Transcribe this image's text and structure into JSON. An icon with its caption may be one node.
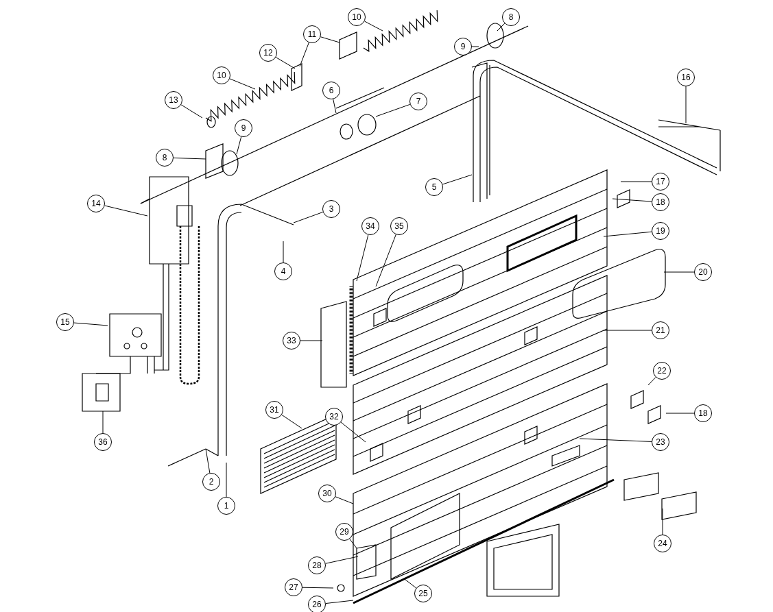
{
  "diagram": {
    "nodes": [
      {
        "text": [
          "10"
        ]
      },
      {
        "text": [
          "8"
        ]
      },
      {
        "text": [
          "11"
        ]
      },
      {
        "text": [
          "9"
        ]
      },
      {
        "text": [
          "12"
        ]
      },
      {
        "text": [
          "10"
        ]
      },
      {
        "text": [
          "16"
        ]
      },
      {
        "text": [
          "6"
        ]
      },
      {
        "text": [
          "13"
        ]
      },
      {
        "text": [
          "7"
        ]
      },
      {
        "text": [
          "9"
        ]
      },
      {
        "text": [
          "8"
        ]
      },
      {
        "text": [
          "17"
        ]
      },
      {
        "text": [
          "5"
        ]
      },
      {
        "text": [
          "18"
        ]
      },
      {
        "text": [
          "14"
        ]
      },
      {
        "text": [
          "3"
        ]
      },
      {
        "text": [
          "34"
        ]
      },
      {
        "text": [
          "35"
        ]
      },
      {
        "text": [
          "19"
        ]
      },
      {
        "text": [
          "4"
        ]
      },
      {
        "text": [
          "20"
        ]
      },
      {
        "text": [
          "15"
        ]
      },
      {
        "text": [
          "21"
        ]
      },
      {
        "text": [
          "33"
        ]
      },
      {
        "text": [
          "22"
        ]
      },
      {
        "text": [
          "31"
        ]
      },
      {
        "text": [
          "18"
        ]
      },
      {
        "text": [
          "32"
        ]
      },
      {
        "text": [
          "36"
        ]
      },
      {
        "text": [
          "23"
        ]
      },
      {
        "text": [
          "2"
        ]
      },
      {
        "text": [
          "30"
        ]
      },
      {
        "text": [
          "1"
        ]
      },
      {
        "text": [
          "29"
        ]
      },
      {
        "text": [
          "24"
        ]
      },
      {
        "text": [
          "28"
        ]
      },
      {
        "text": [
          "27"
        ]
      },
      {
        "text": [
          "25"
        ]
      },
      {
        "text": [
          "26"
        ]
      }
    ],
    "edges": [
      {
        "from": 0,
        "to": null,
        "arrow": "none"
      },
      {
        "from": 1,
        "to": null,
        "arrow": "none"
      },
      {
        "from": 2,
        "to": null,
        "arrow": "none"
      },
      {
        "from": 2,
        "to": null,
        "arrow": "none"
      },
      {
        "from": 3,
        "to": null,
        "arrow": "none"
      },
      {
        "from": 4,
        "to": null,
        "arrow": "none"
      },
      {
        "from": 5,
        "to": null,
        "arrow": "none"
      },
      {
        "from": 6,
        "to": null,
        "arrow": "none"
      },
      {
        "from": 7,
        "to": null,
        "arrow": "none"
      },
      {
        "from": 8,
        "to": null,
        "arrow": "none"
      },
      {
        "from": 9,
        "to": null,
        "arrow": "none"
      },
      {
        "from": 10,
        "to": null,
        "arrow": "none"
      },
      {
        "from": 11,
        "to": null,
        "arrow": "none"
      },
      {
        "from": 12,
        "to": null,
        "arrow": "none"
      },
      {
        "from": 13,
        "to": null,
        "arrow": "none"
      },
      {
        "from": 14,
        "to": null,
        "arrow": "none"
      },
      {
        "from": 15,
        "to": null,
        "arrow": "none"
      },
      {
        "from": 16,
        "to": null,
        "arrow": "none"
      },
      {
        "from": 17,
        "to": null,
        "arrow": "none"
      },
      {
        "from": 18,
        "to": null,
        "arrow": "none"
      },
      {
        "from": 19,
        "to": null,
        "arrow": "none"
      },
      {
        "from": 20,
        "to": null,
        "arrow": "none"
      },
      {
        "from": 21,
        "to": null,
        "arrow": "none"
      },
      {
        "from": 22,
        "to": null,
        "arrow": "none"
      },
      {
        "from": 23,
        "to": null,
        "arrow": "none"
      },
      {
        "from": 24,
        "to": null,
        "arrow": "none"
      },
      {
        "from": 25,
        "to": null,
        "arrow": "none"
      },
      {
        "from": 26,
        "to": null,
        "arrow": "none"
      },
      {
        "from": 27,
        "to": null,
        "arrow": "none"
      },
      {
        "from": 28,
        "to": null,
        "arrow": "none"
      },
      {
        "from": 29,
        "to": null,
        "arrow": "none"
      },
      {
        "from": 30,
        "to": null,
        "arrow": "none"
      },
      {
        "from": 31,
        "to": null,
        "arrow": "none"
      },
      {
        "from": 32,
        "to": null,
        "arrow": "none"
      },
      {
        "from": 33,
        "to": null,
        "arrow": "none"
      },
      {
        "from": 34,
        "to": null,
        "arrow": "none"
      },
      {
        "from": 35,
        "to": null,
        "arrow": "none"
      },
      {
        "from": 36,
        "to": null,
        "arrow": "none"
      },
      {
        "from": 37,
        "to": null,
        "arrow": "none"
      },
      {
        "from": 38,
        "to": null,
        "arrow": "none"
      },
      {
        "from": 39,
        "to": null,
        "arrow": "none"
      }
    ]
  }
}
